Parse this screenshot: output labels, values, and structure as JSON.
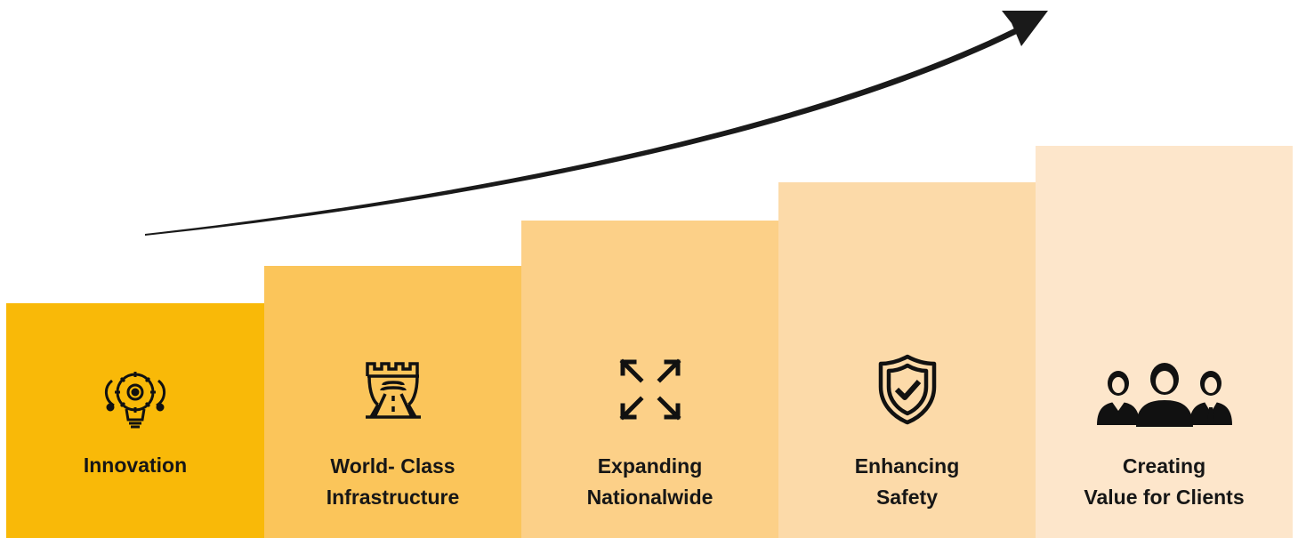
{
  "steps": [
    {
      "lines": [
        "Innovation"
      ],
      "icon": "lightbulb-gear-icon",
      "color": "#F9B908"
    },
    {
      "lines": [
        "World- Class",
        "Infrastructure"
      ],
      "icon": "road-gate-icon",
      "color": "#FBC55A"
    },
    {
      "lines": [
        "Expanding",
        "Nationalwide"
      ],
      "icon": "expand-arrows-icon",
      "color": "#FCD088"
    },
    {
      "lines": [
        "Enhancing",
        "Safety"
      ],
      "icon": "shield-check-icon",
      "color": "#FCDAA9"
    },
    {
      "lines": [
        "Creating",
        "Value for Clients"
      ],
      "icon": "people-group-icon",
      "color": "#FDE6CB"
    }
  ],
  "colors": {
    "arrow": "#1a1a1a",
    "text": "#161616"
  }
}
